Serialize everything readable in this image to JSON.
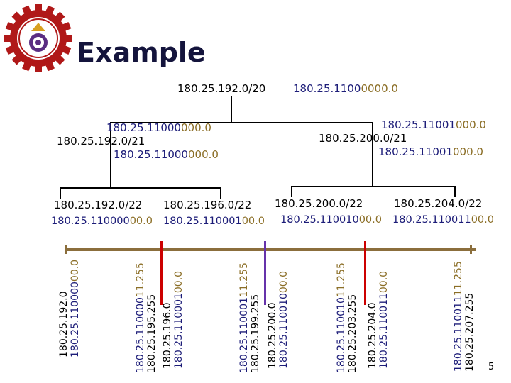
{
  "slide": {
    "title": "Example",
    "page_number": "5"
  },
  "root": {
    "cidr": "180.25.192.0/20",
    "bin_blue": "180.25.1100",
    "bin_olive": "0000.0"
  },
  "level2": {
    "left": {
      "bin_top_blue": "180.25.11000",
      "bin_top_olive": "000.0",
      "cidr": "180.25.192.0/21",
      "bin_bottom_blue": "180.25.11000",
      "bin_bottom_olive": "000.0"
    },
    "right": {
      "bin_top_blue": "180.25.11001",
      "bin_top_olive": "000.0",
      "cidr": "180.25.200.0/21",
      "bin_bottom_blue": "180.25.11001",
      "bin_bottom_olive": "000.0"
    }
  },
  "level3": [
    {
      "cidr": "180.25.192.0/22",
      "bin_blue": "180.25.110000",
      "bin_olive": "00.0"
    },
    {
      "cidr": "180.25.196.0/22",
      "bin_blue": "180.25.110001",
      "bin_olive": "00.0"
    },
    {
      "cidr": "180.25.200.0/22",
      "bin_blue": "180.25.110010",
      "bin_olive": "00.0"
    },
    {
      "cidr": "180.25.204.0/22",
      "bin_blue": "180.25.110011",
      "bin_olive": "00.0"
    }
  ],
  "vertical_labels": [
    {
      "dec": "180.25.192.0",
      "bin_blue": "180.25.110000",
      "bin_olive": "00.0"
    },
    {
      "bin_blue": "180.25.110000",
      "bin_olive": "11.255",
      "dec": "180.25.195.255"
    },
    {
      "dec": "180.25.196.0",
      "bin_blue": "180.25.110001",
      "bin_olive": "00.0"
    },
    {
      "bin_blue": "180.25.110001",
      "bin_olive": "11.255",
      "dec": "180.25.199.255"
    },
    {
      "dec": "180.25.200.0",
      "bin_blue": "180.25.110010",
      "bin_olive": "00.0"
    },
    {
      "bin_blue": "180.25.110010",
      "bin_olive": "11.255",
      "dec": "180.25.203.255"
    },
    {
      "dec": "180.25.204.0",
      "bin_blue": "180.25.110011",
      "bin_olive": "00.0"
    },
    {
      "bin_blue": "180.25.110011",
      "bin_olive": "11.255",
      "dec": "180.25.207.255"
    }
  ],
  "colors": {
    "title": "#14143c",
    "binary_prefix": "#1c1c78",
    "binary_host": "#8b6e26",
    "timeline": "#8b6e3c",
    "marker_red": "#cc0000",
    "marker_purple": "#6633aa",
    "logo_gear": "#b01818",
    "logo_inner": "#5a2d82"
  }
}
